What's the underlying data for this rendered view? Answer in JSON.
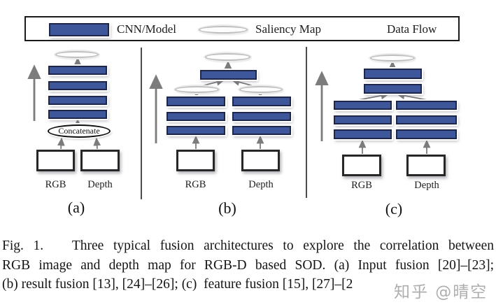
{
  "figure": {
    "legend": {
      "cnn": "CNN/Model",
      "saliency": "Saliency Map",
      "dataflow": "Data Flow"
    },
    "concatenate_label": "Concatenate",
    "panel_a": {
      "label": "(a)",
      "rgb": "RGB",
      "depth": "Depth"
    },
    "panel_b": {
      "label": "(b)",
      "rgb": "RGB",
      "depth": "Depth"
    },
    "panel_c": {
      "label": "(c)",
      "rgb": "RGB",
      "depth": "Depth"
    }
  },
  "caption": {
    "line1": "Fig. 1.   Three typical fusion architectures to explore the correlation between",
    "line2": "RGB image and depth map for RGB-D based SOD. (a) Input fusion [20]–[23];",
    "line3": "(b) result fusion [13], [24]–[26]; (c)  feature fusion [15], [27]–[2"
  },
  "watermark": "知乎 @晴空",
  "colors": {
    "cnn_fill": "#3e579b",
    "cnn_border": "#1e2649",
    "arrow_gray": "#7c7c7c",
    "saliency_border": "#bfbfbf"
  }
}
